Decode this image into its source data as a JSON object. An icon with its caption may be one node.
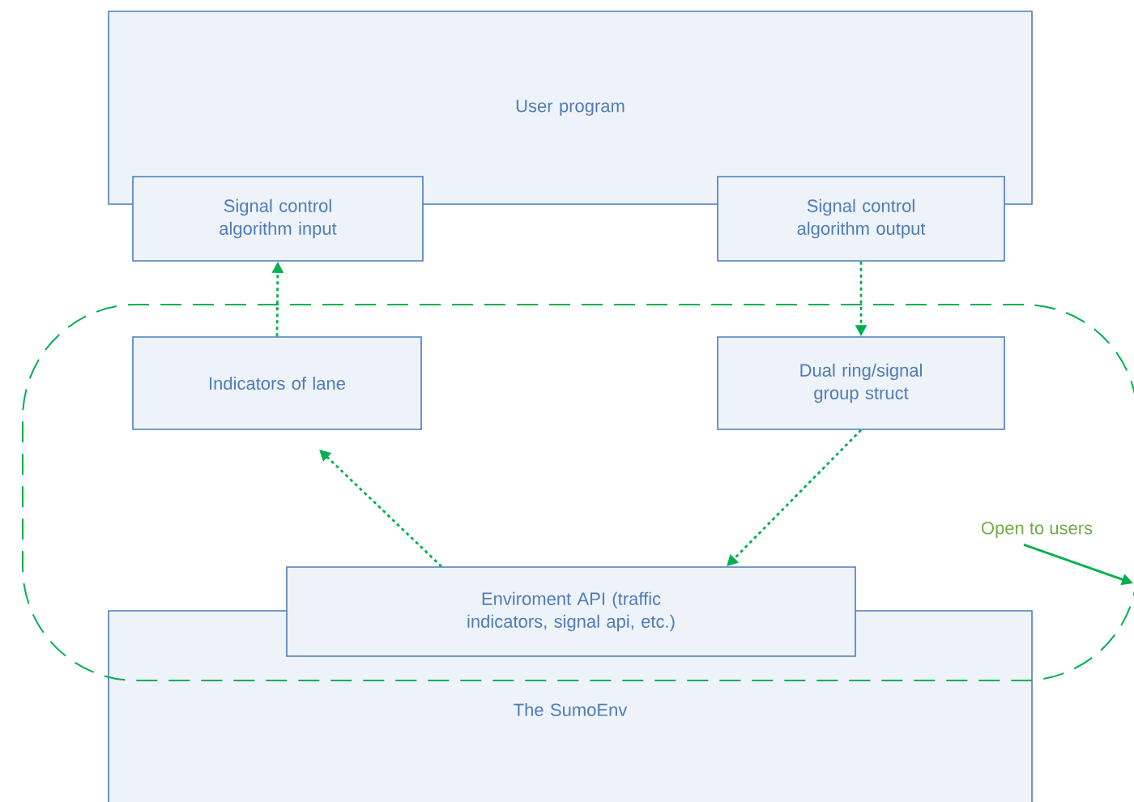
{
  "diagram": {
    "nodes": [
      {
        "text": [
          "User program"
        ]
      },
      {
        "text": [
          "Signal control algorithm input"
        ]
      },
      {
        "text": [
          "Signal control algorithm output"
        ]
      },
      {
        "text": [],
        "shape": "box"
      },
      {
        "text": [
          "Indicators of lane"
        ],
        "in": 3
      },
      {
        "text": [
          "Dual ring/signal group struct"
        ],
        "in": 3
      },
      {
        "text": [
          "Enviroment API (traffic indicators, signal api, etc.)"
        ],
        "in": 3
      },
      {
        "text": [
          "The SumoEnv"
        ]
      },
      {
        "text": [
          "Open to users"
        ],
        "in": 3
      }
    ],
    "edges": [
      {
        "from": 4,
        "to": 1,
        "arrow": "to",
        "style": "dashed"
      },
      {
        "from": 2,
        "to": 5,
        "arrow": "to",
        "style": "dashed"
      },
      {
        "from": 6,
        "to": 4,
        "arrow": "to",
        "style": "dashed"
      },
      {
        "from": 5,
        "to": 6,
        "arrow": "to",
        "style": "dashed"
      },
      {
        "from": 8,
        "to": 3,
        "arrow": "to"
      }
    ]
  }
}
